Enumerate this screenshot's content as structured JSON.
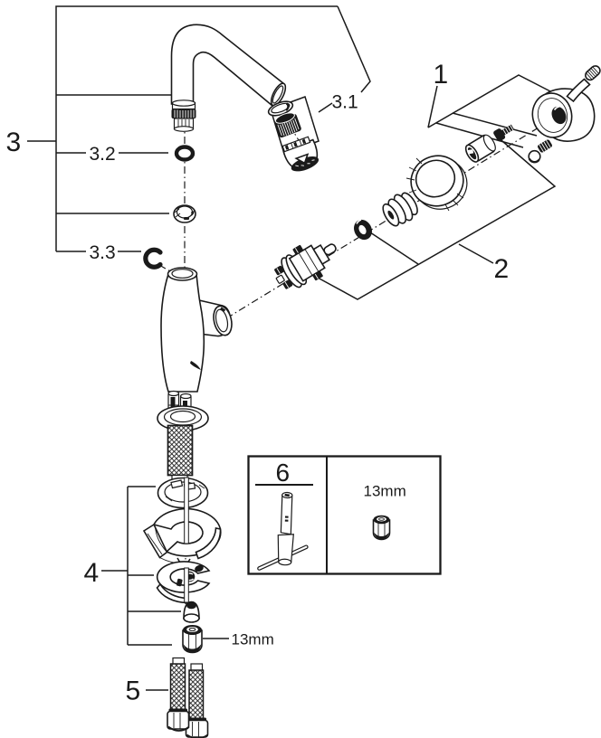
{
  "diagram": {
    "type": "exploded-parts-diagram",
    "subject": "single-lever kitchen faucet",
    "colors": {
      "line": "#1a1a1a",
      "background": "#ffffff"
    },
    "callouts": {
      "c1": "1",
      "c2": "2",
      "c3": "3",
      "c31": "3.1",
      "c32": "3.2",
      "c33": "3.3",
      "c4": "4",
      "c5": "5",
      "c6": "6"
    },
    "annotations": {
      "nut_size": "13mm",
      "tool_nut_size": "13mm"
    }
  }
}
